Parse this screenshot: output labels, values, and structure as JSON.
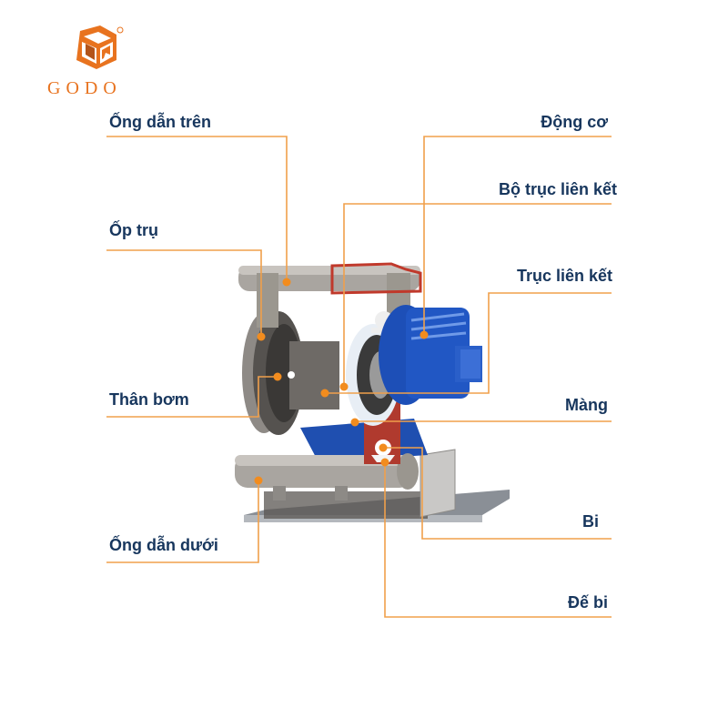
{
  "brand": {
    "name": "GODO",
    "logo_icon": "godo-cube-logo-icon",
    "registered_mark": "®",
    "color": "#e8731f"
  },
  "diagram": {
    "subject": "diaphragm-pump-cutaway",
    "leader_color": "#f0a04b",
    "dot_color": "#f28c1e",
    "label_color": "#17365d",
    "labels_left": [
      {
        "id": "ong-dan-tren",
        "text": "Ống dẫn trên"
      },
      {
        "id": "op-tru",
        "text": "Ốp trụ"
      },
      {
        "id": "than-bom",
        "text": "Thân bơm"
      },
      {
        "id": "ong-dan-duoi",
        "text": "Ống dẫn dưới"
      }
    ],
    "labels_right": [
      {
        "id": "dong-co",
        "text": "Động cơ"
      },
      {
        "id": "bo-truc-lien-ket",
        "text": "Bộ trục liên kết"
      },
      {
        "id": "truc-lien-ket",
        "text": "Trục liên kết"
      },
      {
        "id": "mang",
        "text": "Màng"
      },
      {
        "id": "bi",
        "text": "Bi"
      },
      {
        "id": "de-bi",
        "text": "Đế bi"
      }
    ]
  }
}
